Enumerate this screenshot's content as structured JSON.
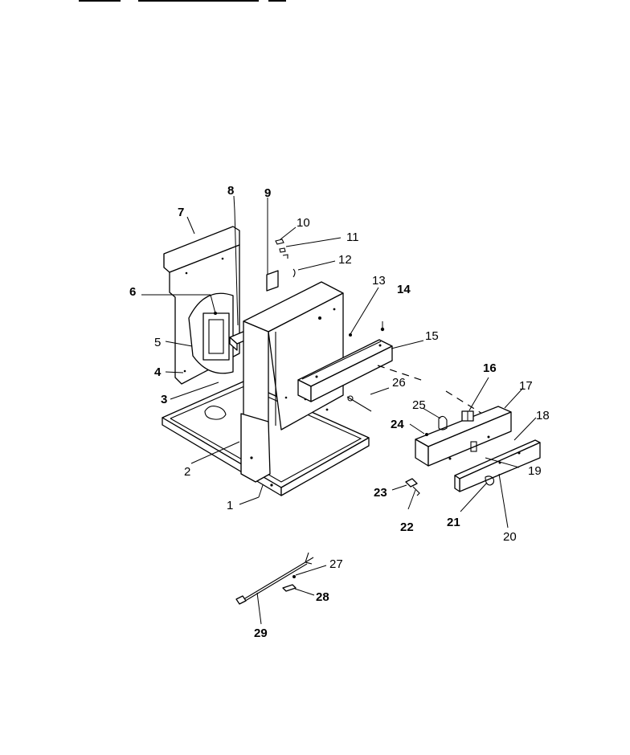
{
  "diagram": {
    "callouts": [
      {
        "id": "c1",
        "text": "1"
      },
      {
        "id": "c2",
        "text": "2"
      },
      {
        "id": "c3",
        "text": "3"
      },
      {
        "id": "c4",
        "text": "4"
      },
      {
        "id": "c5",
        "text": "5"
      },
      {
        "id": "c6",
        "text": "6"
      },
      {
        "id": "c7",
        "text": "7"
      },
      {
        "id": "c8",
        "text": "8"
      },
      {
        "id": "c9",
        "text": "9"
      },
      {
        "id": "c10",
        "text": "10"
      },
      {
        "id": "c11",
        "text": "11"
      },
      {
        "id": "c12",
        "text": "12"
      },
      {
        "id": "c13",
        "text": "13"
      },
      {
        "id": "c14",
        "text": "14"
      },
      {
        "id": "c15",
        "text": "15"
      },
      {
        "id": "c16",
        "text": "16"
      },
      {
        "id": "c17",
        "text": "17"
      },
      {
        "id": "c18",
        "text": "18"
      },
      {
        "id": "c19",
        "text": "19"
      },
      {
        "id": "c20",
        "text": "20"
      },
      {
        "id": "c21",
        "text": "21"
      },
      {
        "id": "c22",
        "text": "22"
      },
      {
        "id": "c23",
        "text": "23"
      },
      {
        "id": "c24",
        "text": "24"
      },
      {
        "id": "c25",
        "text": "25"
      },
      {
        "id": "c26",
        "text": "26"
      },
      {
        "id": "c27",
        "text": "27"
      },
      {
        "id": "c28",
        "text": "28"
      },
      {
        "id": "c29",
        "text": "29"
      }
    ]
  }
}
